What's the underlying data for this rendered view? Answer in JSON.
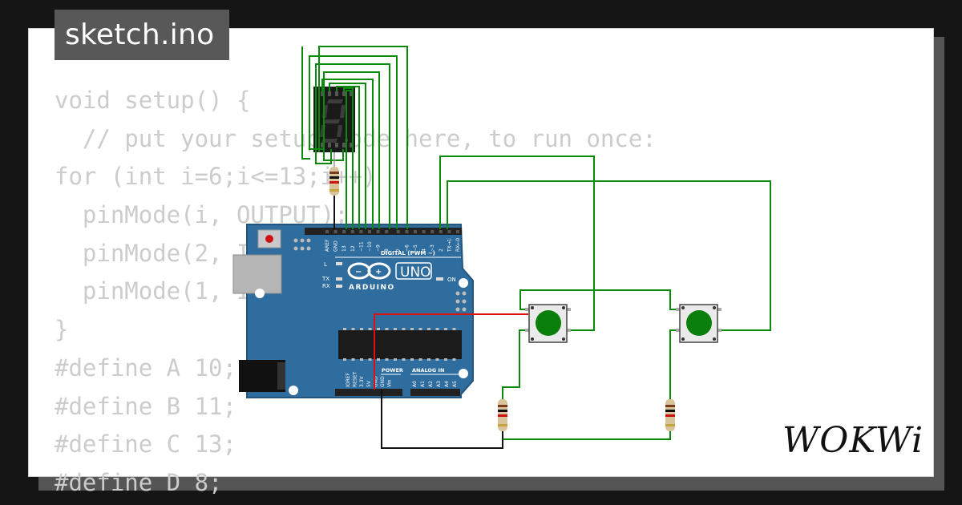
{
  "title_tab": {
    "label": "sketch.ino"
  },
  "code": {
    "lines": [
      "void setup() {",
      "  // put your setup code here, to run once:",
      "for (int i=6;i<=13;i++)",
      "  pinMode(i, OUTPUT);",
      "  pinMode(2, INPUT);",
      "  pinMode(1, INPUT);",
      "}",
      "#define A 10;",
      "#define B 11;",
      "#define C 13;",
      "#define D 8;"
    ]
  },
  "board": {
    "brand": "ARDUINO",
    "model": "UNO",
    "digital_header_label": "DIGITAL (PWM ~)",
    "on_label": "ON",
    "led_labels": {
      "l": "L",
      "tx": "TX",
      "rx": "RX"
    },
    "power_label": "POWER",
    "analog_label": "ANALOG IN",
    "digital_pins": [
      "AREF",
      "GND",
      "13",
      "12",
      "~11",
      "~10",
      "~9",
      "8",
      "7",
      "~6",
      "~5",
      "4",
      "~3",
      "2",
      "TX→1",
      "RX←0"
    ],
    "power_pins": [
      "IOREF",
      "RESET",
      "3.3V",
      "5V",
      "GND",
      "GND",
      "Vin"
    ],
    "analog_pins": [
      "A0",
      "A1",
      "A2",
      "A3",
      "A4",
      "A5"
    ]
  },
  "logo": {
    "text": "WOKWi"
  },
  "colors": {
    "board_blue": "#2f6d9e",
    "wire_green": "#0a8a0a",
    "wire_red": "#e01010",
    "wire_black": "#111111",
    "button_green": "#0b7f0b"
  }
}
